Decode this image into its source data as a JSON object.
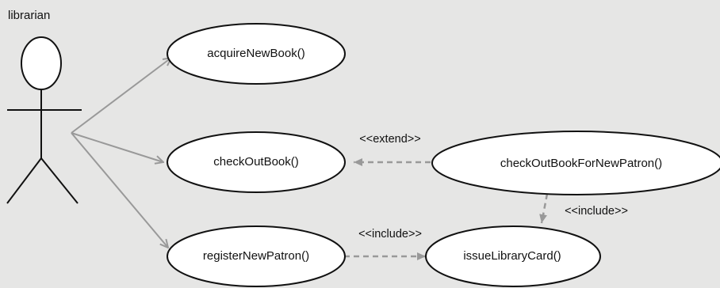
{
  "diagram": {
    "type": "uml-use-case",
    "actor": {
      "name": "librarian"
    },
    "use_cases": [
      {
        "id": "acquire",
        "label": "acquireNewBook()"
      },
      {
        "id": "checkout",
        "label": "checkOutBook()"
      },
      {
        "id": "checkout_new",
        "label": "checkOutBookForNewPatron()"
      },
      {
        "id": "register",
        "label": "registerNewPatron()"
      },
      {
        "id": "issue",
        "label": "issueLibraryCard()"
      }
    ],
    "relationships": [
      {
        "from": "librarian",
        "to": "acquire",
        "kind": "association"
      },
      {
        "from": "librarian",
        "to": "checkout",
        "kind": "association"
      },
      {
        "from": "librarian",
        "to": "register",
        "kind": "association"
      },
      {
        "from": "checkout_new",
        "to": "checkout",
        "kind": "extend",
        "label": "<<extend>>"
      },
      {
        "from": "checkout_new",
        "to": "issue",
        "kind": "include",
        "label": "<<include>>"
      },
      {
        "from": "register",
        "to": "issue",
        "kind": "include",
        "label": "<<include>>"
      }
    ],
    "colors": {
      "background": "#e6e6e5",
      "ellipse_fill": "#ffffff",
      "outline": "#111111",
      "connector": "#999999"
    }
  }
}
